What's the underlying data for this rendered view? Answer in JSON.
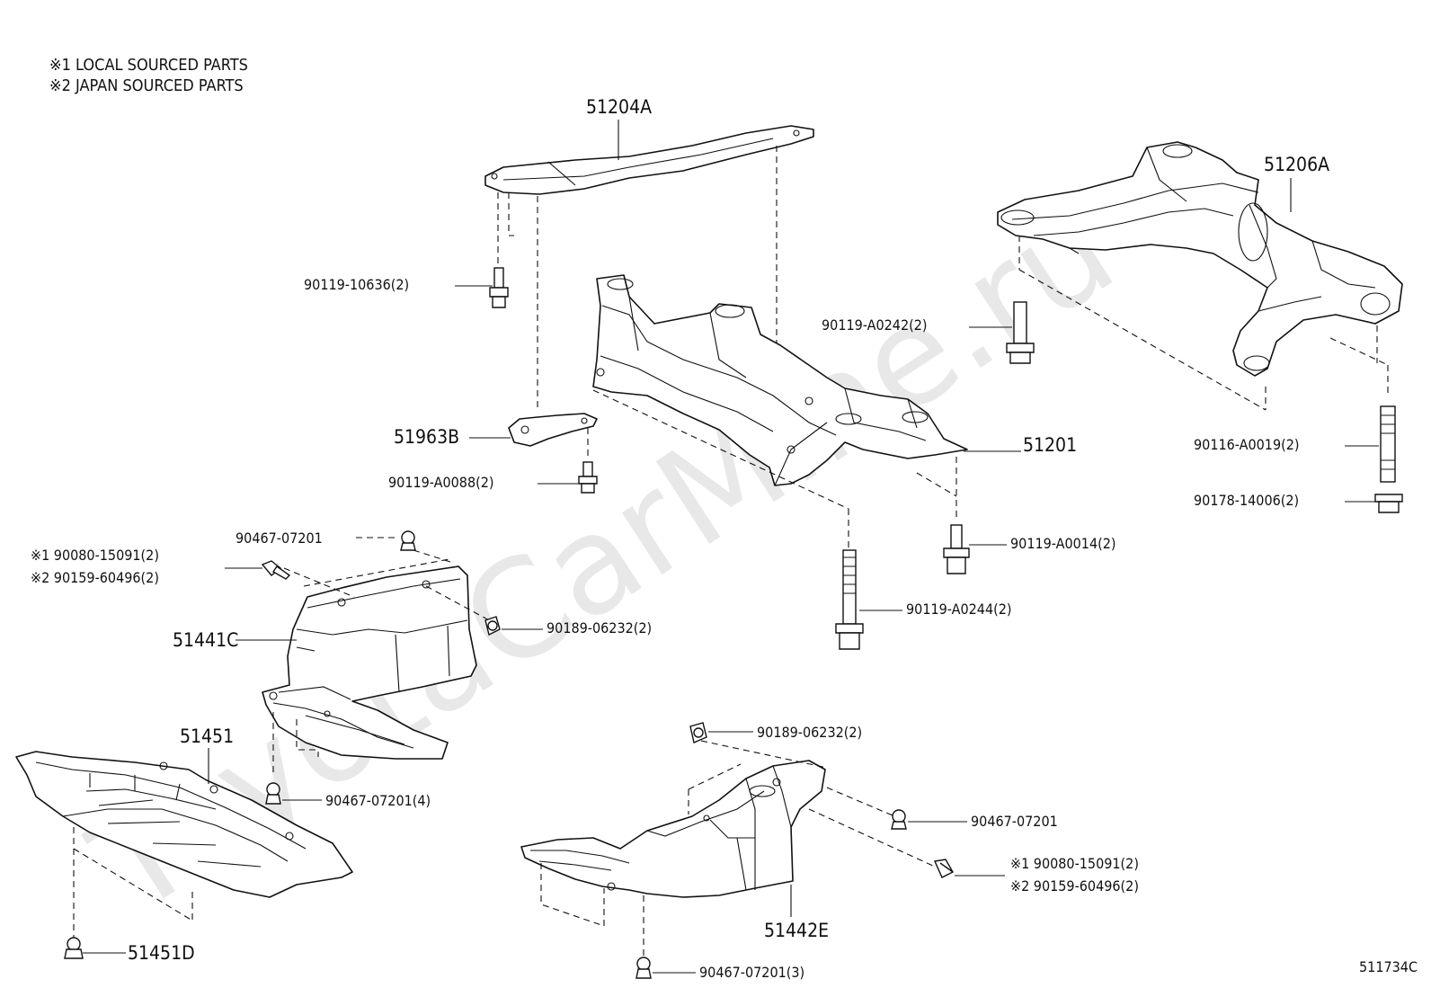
{
  "notes": [
    "※1 LOCAL SOURCED PARTS",
    "※2 JAPAN SOURCED PARTS"
  ],
  "watermark": "ToyotaCarMine.ru",
  "diagram_code": "511734C",
  "labels": {
    "p51204A": "51204A",
    "p51206A": "51206A",
    "p90119_10636": "90119-10636(2)",
    "p90119_A0242": "90119-A0242(2)",
    "p51963B": "51963B",
    "p90119_A0088": "90119-A0088(2)",
    "p51201": "51201",
    "p90116_A0019": "90116-A0019(2)",
    "p90178_14006": "90178-14006(2)",
    "p90467_07201_top": "90467-07201",
    "p90080_15091_left": "※1 90080-15091(2)",
    "p90159_60496_left": "※2 90159-60496(2)",
    "p90119_A0014": "90119-A0014(2)",
    "p90189_06232_left": "90189-06232(2)",
    "p51441C": "51441C",
    "p90119_A0244": "90119-A0244(2)",
    "p51451": "51451",
    "p90467_07201_4": "90467-07201(4)",
    "p90189_06232_right": "90189-06232(2)",
    "p90467_07201_right": "90467-07201",
    "p90080_15091_right": "※1 90080-15091(2)",
    "p90159_60496_right": "※2 90159-60496(2)",
    "p51442E": "51442E",
    "p51451D": "51451D",
    "p90467_07201_3": "90467-07201(3)"
  },
  "icons": {
    "bolt": "flange-bolt-icon",
    "clip": "push-clip-icon",
    "nut": "flange-nut-icon",
    "stud": "stud-icon"
  }
}
